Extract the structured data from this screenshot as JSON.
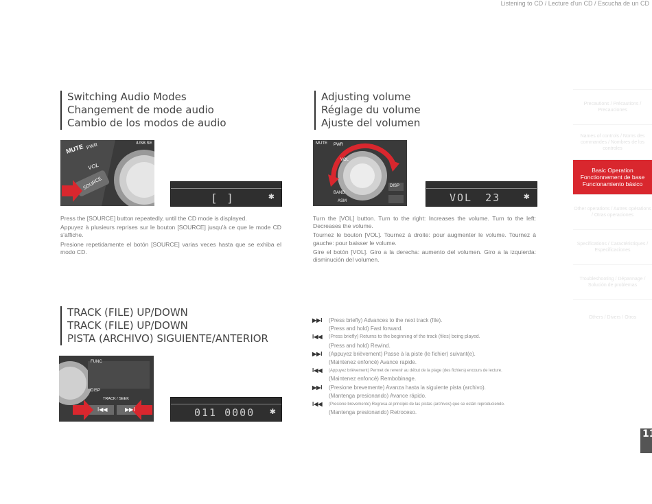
{
  "header": {
    "breadcrumb": "Listening to CD / Lecture d'un CD / Escucha de un CD"
  },
  "sections": {
    "switching": {
      "title": [
        "Switching Audio Modes",
        "Changement de mode audio",
        "Cambio de los modos de audio"
      ],
      "photo_labels": {
        "mute": "MUTE",
        "pwr": "PWR",
        "vol": "VOL",
        "source": "SOURCE",
        "usb": "/USB SE"
      },
      "lcd": "[  ]",
      "body": [
        "Press the [SOURCE] button repeatedly, until the CD mode is displayed.",
        "Appuyez à plusieurs reprises sur le bouton [SOURCE] jusqu'à ce que le mode CD s'affiche.",
        "Presione repetidamente el botón [SOURCE] varias veces hasta que se exhiba el modo CD."
      ]
    },
    "volume": {
      "title": [
        "Adjusting volume",
        "Réglage du volume",
        "Ajuste del volumen"
      ],
      "photo_labels": {
        "mute": "MUTE",
        "pwr": "PWR",
        "vol": "VOL",
        "band": "BAND",
        "asm": "ASM",
        "disp": "DISP"
      },
      "lcd": "VOL  23",
      "body": [
        "Turn the [VOL] button. Turn to the right: Increases the volume. Turn to the left: Decreases the volume.",
        "Tournez le bouton [VOL]. Tournez à droite: pour augmenter le volume. Tournez à gauche: pour baisser le volume.",
        "Gire el botón [VOL]. Giro a la derecha: aumento del volumen. Giro a la izquierda: disminución del volumen."
      ]
    },
    "track": {
      "title": [
        "TRACK (FILE) UP/DOWN",
        "TRACK (FILE) UP/DOWN",
        "PISTA (ARCHIVO) SIGUIENTE/ANTERIOR"
      ],
      "photo_labels": {
        "func": "FUNC",
        "disp": "DISP",
        "track_seek": "TRACK / SEEK"
      },
      "lcd": "011  0000",
      "list": [
        {
          "icon": "▶▶I",
          "text": "(Press briefly) Advances to the next track (file)."
        },
        {
          "icon": "",
          "text": "(Press and hold) Fast forward."
        },
        {
          "icon": "I◀◀",
          "text": "(Press briefly) Returns to the beginning of the track (files) being played."
        },
        {
          "icon": "",
          "text": "(Press and hold) Rewind."
        },
        {
          "icon": "▶▶I",
          "text": "(Appuyez brièvement) Passe à la piste (le fichier) suivant(e)."
        },
        {
          "icon": "",
          "text": "(Maintenez enfoncé) Avance rapide."
        },
        {
          "icon": "I◀◀",
          "text": "(Appuyez brièvement) Permet de revenir au début de la plage (des fichiers) encours de lecture."
        },
        {
          "icon": "",
          "text": "(Maintenez enfoncé) Rembobinage."
        },
        {
          "icon": "▶▶I",
          "text": "(Presione brevemente) Avanza hasta la siguiente pista (archivo)."
        },
        {
          "icon": "",
          "text": "(Mantenga presionando) Avance rápido."
        },
        {
          "icon": "I◀◀",
          "text": "(Presione brevemente) Regresa al principio de las pistas (archivos) que se están reproduciendo."
        },
        {
          "icon": "",
          "text": "(Mantenga presionando) Retroceso."
        }
      ]
    }
  },
  "side_nav": [
    {
      "label": "Precautions / Précautions / Precauciones",
      "active": false
    },
    {
      "label": "Names of controls / Noms des commandes / Nombres de los controles",
      "active": false
    },
    {
      "label": "Basic Operation\nFonctionnement de base\nFuncionamiento básico",
      "active": true
    },
    {
      "label": "Other operations / Autres opérations / Otras operaciones",
      "active": false
    },
    {
      "label": "Specifications / Caractéristiques / Especificaciones",
      "active": false
    },
    {
      "label": "Troubleshooting / Dépannage / Solución de problemas",
      "active": false
    },
    {
      "label": "Others / Divers / Otros",
      "active": false
    }
  ],
  "page_number": "11",
  "colors": {
    "accent": "#d9272e",
    "text": "#777777",
    "title": "#444444"
  }
}
